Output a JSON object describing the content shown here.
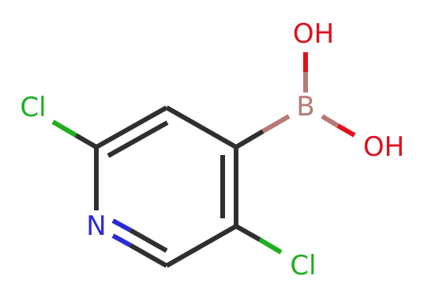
{
  "molecule": {
    "atoms": {
      "cl1": {
        "symbol": "Cl",
        "color": "#1fae1f"
      },
      "n": {
        "symbol": "N",
        "color": "#2b2bd6"
      },
      "b": {
        "symbol": "B",
        "color": "#b77a76"
      },
      "oh1": {
        "symbol": "OH",
        "color": "#e0101c"
      },
      "oh2": {
        "symbol": "OH",
        "color": "#e0101c"
      },
      "cl2": {
        "symbol": "Cl",
        "color": "#1fae1f"
      }
    },
    "bond_color": "#2f2f2f"
  }
}
